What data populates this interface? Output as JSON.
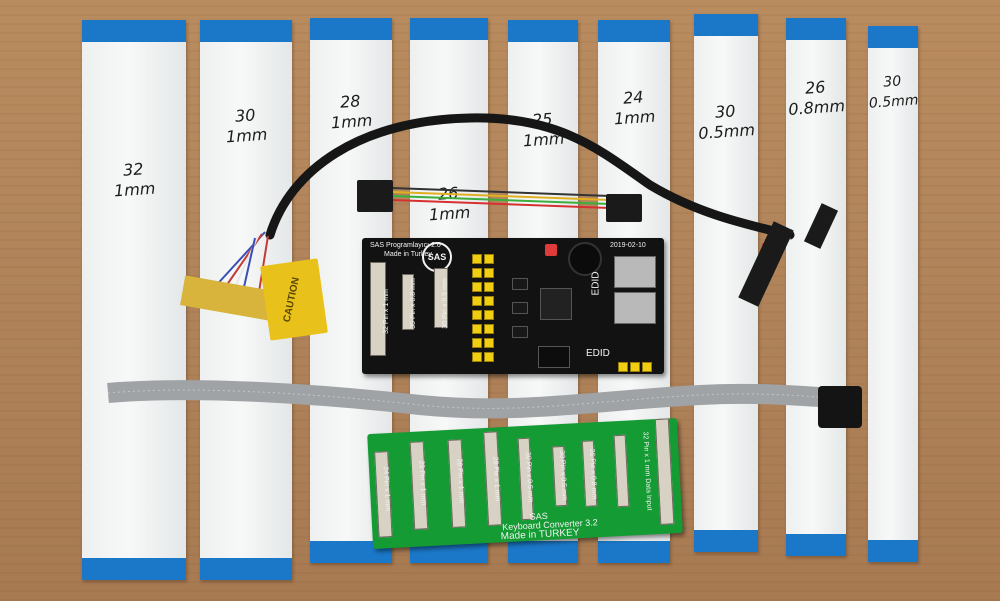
{
  "cables": [
    {
      "id": "c1",
      "label_line1": "32",
      "label_line2": "1mm"
    },
    {
      "id": "c2",
      "label_line1": "30",
      "label_line2": "1mm"
    },
    {
      "id": "c3",
      "label_line1": "28",
      "label_line2": "1mm"
    },
    {
      "id": "c4",
      "label_line1": "26",
      "label_line2": "1mm"
    },
    {
      "id": "c5",
      "label_line1": "25",
      "label_line2": "1mm"
    },
    {
      "id": "c6",
      "label_line1": "24",
      "label_line2": "1mm"
    },
    {
      "id": "c7",
      "label_line1": "30",
      "label_line2": "0.5mm"
    },
    {
      "id": "c8",
      "label_line1": "26",
      "label_line2": "0.8mm"
    },
    {
      "id": "c9",
      "label_line1": "30",
      "label_line2": "0.5mm"
    }
  ],
  "programmer_board": {
    "title": "SAS Programlayıcı 2.6",
    "subtitle": "Made in Turkey",
    "logo": "SAS",
    "date": "2019-02-10",
    "edid_label_1": "EDID",
    "edid_label_2": "EDID",
    "slot_labels": [
      "32 Pin x 1 mm",
      "30 Pin x 0.8 mm",
      "30 Pin x 0.5 mm"
    ]
  },
  "converter_board": {
    "logo": "SAS",
    "title": "Keyboard Converter 3.2",
    "made_in": "Made in TURKEY",
    "slot_labels": [
      "24 Pin x 1 mm",
      "25 Pin x 1 mm",
      "26 Pin x 1 mm",
      "28 Pin x 1 mm",
      "30 Pin x 0.5 mm",
      "30 Pin x 0.5 mm",
      "26 Pin x 0.8 mm",
      "32 Pin x 1 mm Data Input"
    ]
  },
  "kapton_text": "CAUTION"
}
